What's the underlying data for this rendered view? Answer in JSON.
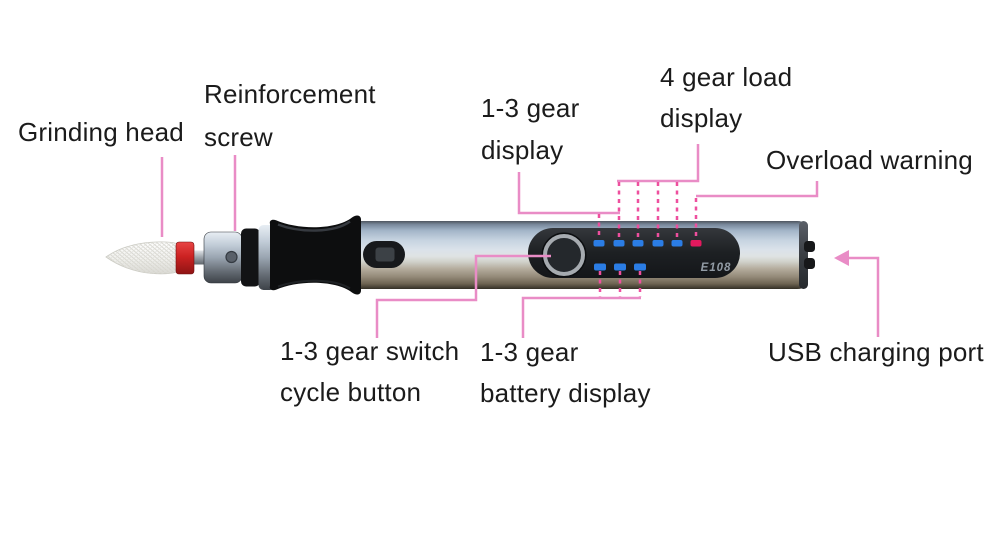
{
  "colors": {
    "background": "#ffffff",
    "callout_solid": "#e98cc6",
    "callout_dashed": "#ee4f9e",
    "label_text": "#1b1b1b",
    "led_blue": "#2b7de5",
    "led_red": "#e4195e"
  },
  "device": {
    "model_label": "E108",
    "top_row_blue_led_count": 5,
    "top_row_red_led_count": 1,
    "bottom_row_blue_led_count": 3
  },
  "labels": {
    "grinding_head": "Grinding head",
    "reinforcement_screw": {
      "line1": "Reinforcement",
      "line2": "screw"
    },
    "gear13_display": {
      "line1": "1-3 gear",
      "line2": "display"
    },
    "gear4_load_display": {
      "line1": "4 gear load",
      "line2": "display"
    },
    "overload_warning": "Overload warning",
    "gear13_switch_button": {
      "line1": "1-3 gear switch",
      "line2": "cycle button"
    },
    "gear13_battery_display": {
      "line1": "1-3 gear",
      "line2": "battery display"
    },
    "usb_charging_port": "USB charging port"
  }
}
